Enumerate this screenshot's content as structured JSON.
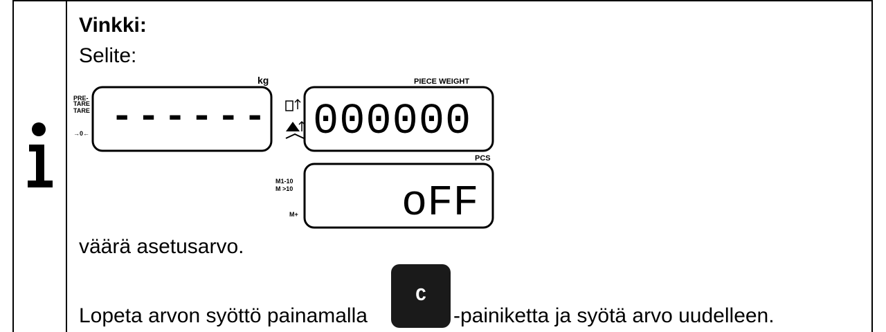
{
  "title": "Vinkki:",
  "subtitle": "Selite:",
  "description": "väärä asetusarvo.",
  "instruction_before": "Lopeta arvon syöttö painamalla",
  "instruction_after": "-painiketta ja syötä arvo uudelleen.",
  "key_label": "C",
  "display": {
    "weight_unit": "kg",
    "piece_weight_label": "PIECE WEIGHT",
    "pcs_label": "PCS",
    "pretare_label": "PRE-",
    "tare_label1": "TARE",
    "tare_label2": "TARE",
    "zero_label": "→0←",
    "m110_label": "M1-10",
    "m10_label": "M >10",
    "mplus_label": "M+",
    "weight_value": "------",
    "piece_weight_value": "000000",
    "pcs_value": "oFF"
  },
  "icons": {
    "info": "info-icon"
  }
}
